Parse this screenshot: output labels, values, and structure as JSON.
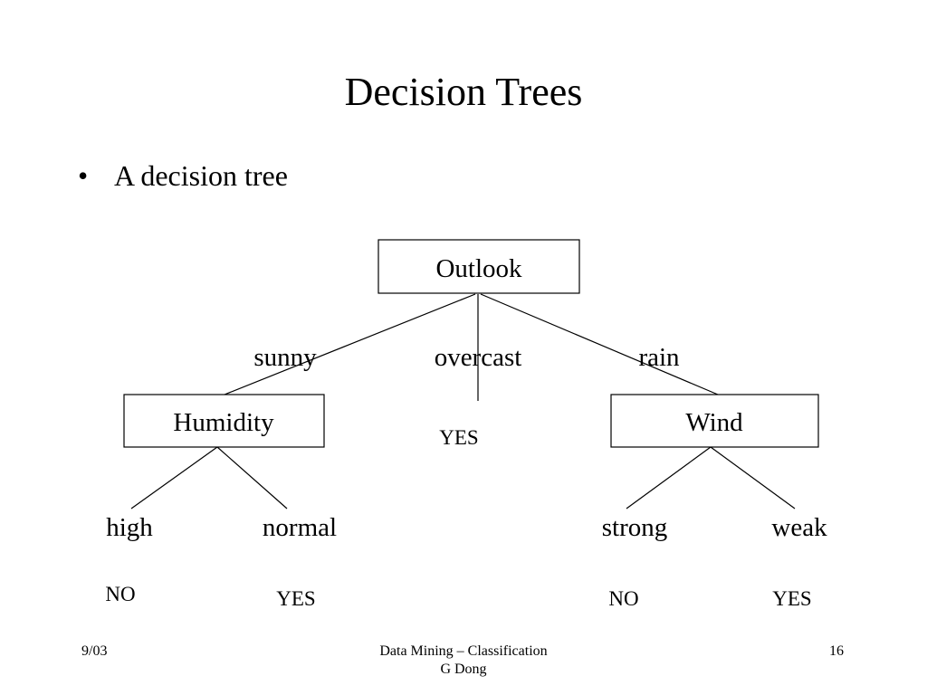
{
  "slide": {
    "title": "Decision Trees",
    "bullet": "A decision tree",
    "bullet_symbol": "•"
  },
  "tree": {
    "root": "Outlook",
    "branches": {
      "sunny": "sunny",
      "overcast": "overcast",
      "rain": "rain"
    },
    "overcast_leaf": "YES",
    "humidity": {
      "label": "Humidity",
      "branches": {
        "high": "high",
        "normal": "normal"
      },
      "leaves": {
        "high": "NO",
        "normal": "YES"
      }
    },
    "wind": {
      "label": "Wind",
      "branches": {
        "strong": "strong",
        "weak": "weak"
      },
      "leaves": {
        "strong": "NO",
        "weak": "YES"
      }
    }
  },
  "footer": {
    "date": "9/03",
    "course_line1": "Data Mining – Classification",
    "course_line2": "G Dong",
    "page_number": "16"
  }
}
